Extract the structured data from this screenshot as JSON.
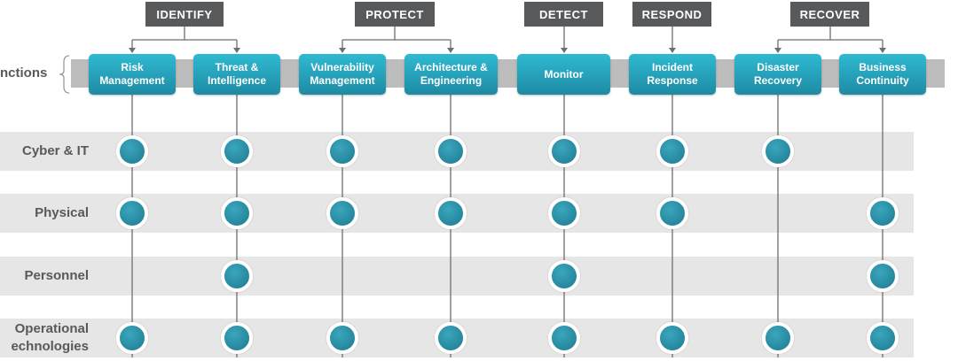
{
  "categories": [
    {
      "label": "IDENTIFY"
    },
    {
      "label": "PROTECT"
    },
    {
      "label": "DETECT"
    },
    {
      "label": "RESPOND"
    },
    {
      "label": "RECOVER"
    }
  ],
  "functions_label": "nctions",
  "functions": [
    {
      "line1": "Risk",
      "line2": "Management"
    },
    {
      "line1": "Threat &",
      "line2": "Intelligence"
    },
    {
      "line1": "Vulnerability",
      "line2": "Management"
    },
    {
      "line1": "Architecture &",
      "line2": "Engineering"
    },
    {
      "line1": "Monitor",
      "line2": ""
    },
    {
      "line1": "Incident",
      "line2": "Response"
    },
    {
      "line1": "Disaster",
      "line2": "Recovery"
    },
    {
      "line1": "Business",
      "line2": "Continuity"
    }
  ],
  "rows": [
    {
      "line1": "Cyber & IT",
      "line2": "",
      "marks": [
        1,
        1,
        1,
        1,
        1,
        1,
        1,
        0
      ]
    },
    {
      "line1": "Physical",
      "line2": "",
      "marks": [
        1,
        1,
        1,
        1,
        1,
        1,
        0,
        1
      ]
    },
    {
      "line1": "Personnel",
      "line2": "",
      "marks": [
        0,
        1,
        0,
        0,
        1,
        0,
        0,
        1
      ]
    },
    {
      "line1": "Operational",
      "line2": "echnologies",
      "marks": [
        1,
        1,
        1,
        1,
        1,
        1,
        1,
        1
      ]
    }
  ],
  "colors": {
    "category_box": "#58595b",
    "function_box": "#2aa9c2",
    "dot": "#2a8aa1",
    "band": "#e6e6e6"
  }
}
